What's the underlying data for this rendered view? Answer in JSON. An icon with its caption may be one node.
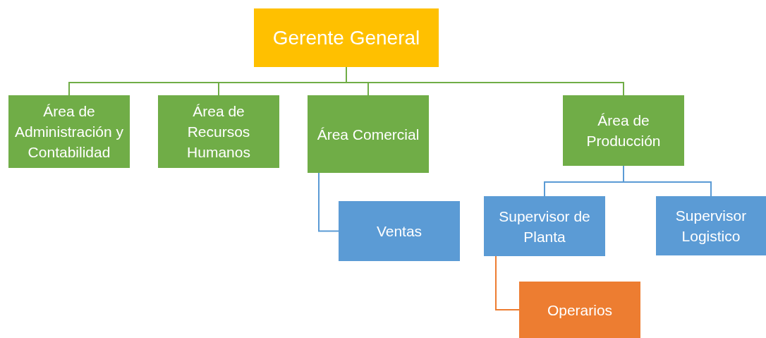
{
  "diagram": {
    "nodes": [
      {
        "text": [
          "Gerente General"
        ]
      },
      {
        "text": [
          "Área de Administración y Contabilidad"
        ]
      },
      {
        "text": [
          "Área de Recursos Humanos"
        ]
      },
      {
        "text": [
          "Área Comercial"
        ]
      },
      {
        "text": [
          "Área de Producción"
        ]
      },
      {
        "text": [
          "Ventas"
        ]
      },
      {
        "text": [
          "Supervisor de Planta"
        ]
      },
      {
        "text": [
          "Supervisor Logistico"
        ]
      },
      {
        "text": [
          "Operarios"
        ]
      }
    ],
    "edges": [
      {
        "from": 0,
        "to": 1,
        "arrow": "none"
      },
      {
        "from": 0,
        "to": 2,
        "arrow": "none"
      },
      {
        "from": 0,
        "to": 3,
        "arrow": "none"
      },
      {
        "from": 0,
        "to": 4,
        "arrow": "none"
      },
      {
        "from": 3,
        "to": 5,
        "arrow": "none",
        "color": "#5b9bd5"
      },
      {
        "from": 4,
        "to": 6,
        "arrow": "none",
        "color": "#5b9bd5"
      },
      {
        "from": 4,
        "to": 7,
        "arrow": "none",
        "color": "#5b9bd5"
      },
      {
        "from": 6,
        "to": 8,
        "arrow": "none",
        "color": "#ed7d31"
      }
    ]
  }
}
